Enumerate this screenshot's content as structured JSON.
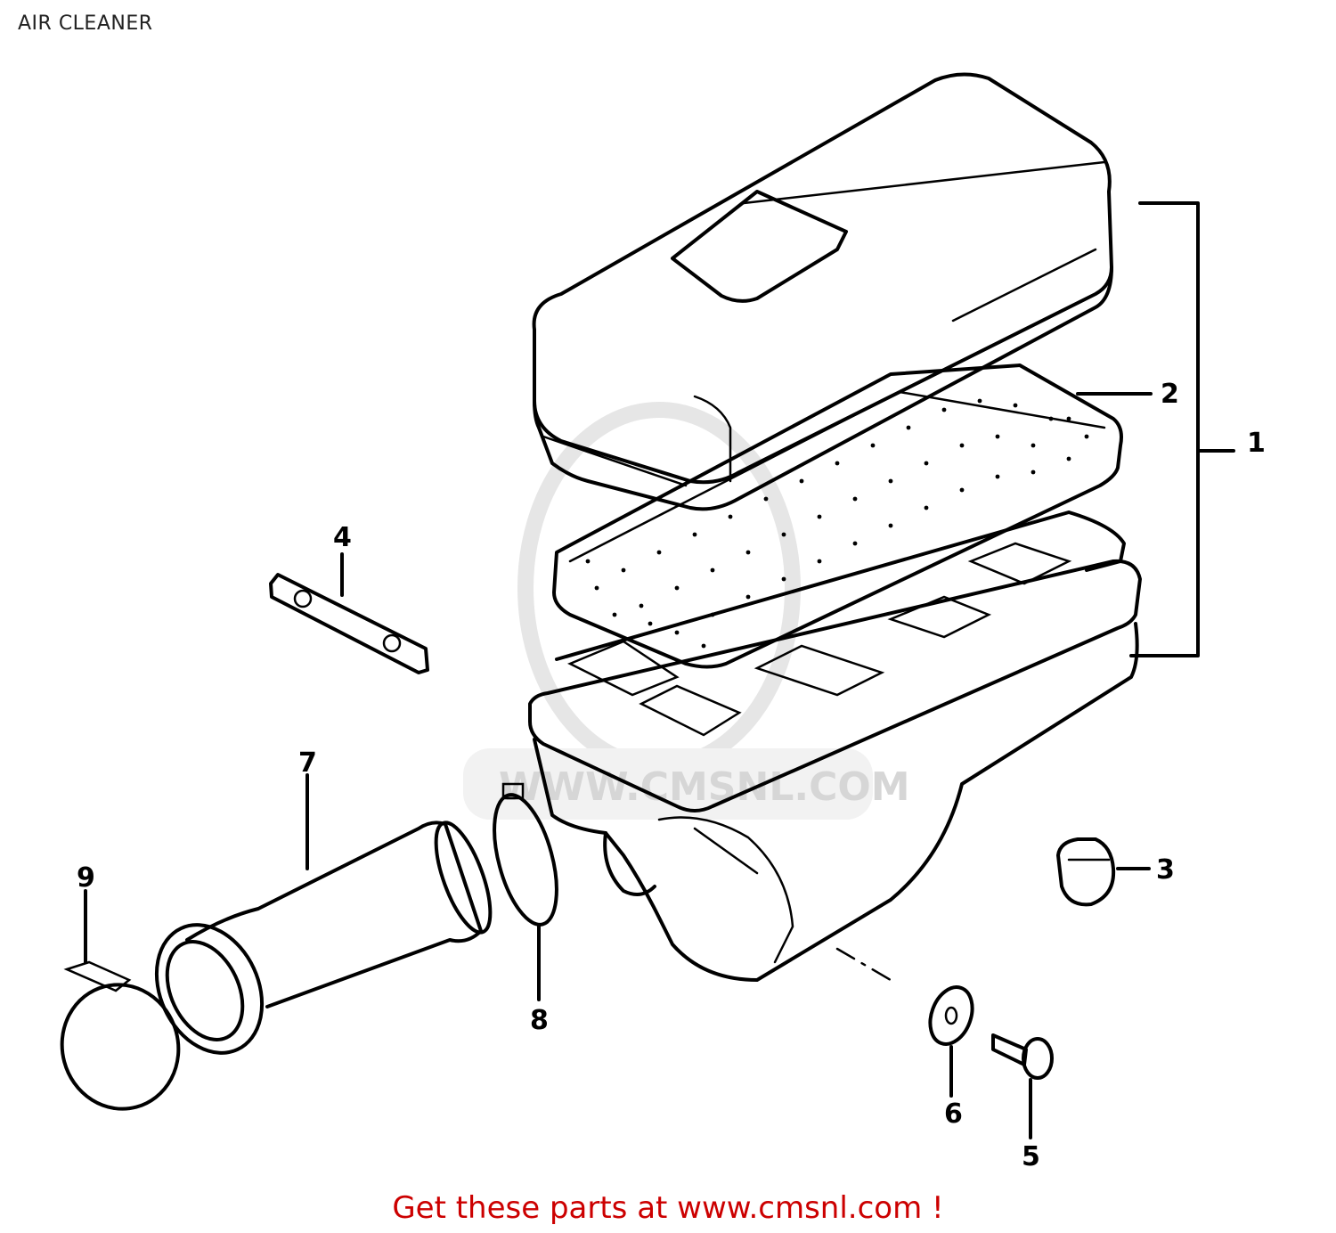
{
  "title": "AIR CLEANER",
  "footer": "Get these parts at www.cmsnl.com !",
  "watermark": "WWW.CMSNL.COM",
  "callouts": {
    "c1": "1",
    "c2": "2",
    "c3": "3",
    "c4": "4",
    "c5": "5",
    "c6": "6",
    "c7": "7",
    "c8": "8",
    "c9": "9"
  },
  "colors": {
    "footer_text": "#cc0000",
    "line_art": "#000000",
    "watermark": "#d6d6d6"
  }
}
